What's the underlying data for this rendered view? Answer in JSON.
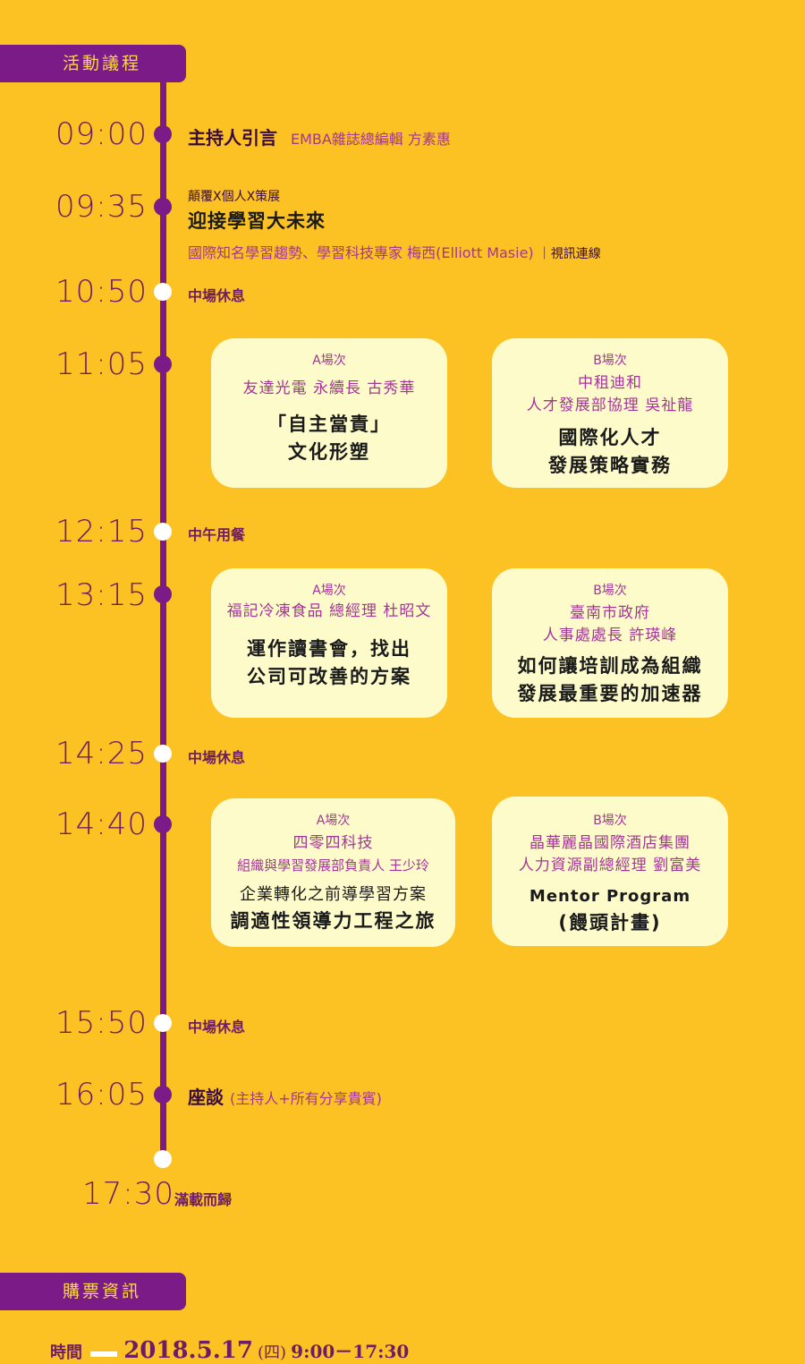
{
  "agenda_tab": "活動議程",
  "ticket_tab": "購票資訊",
  "schedule": {
    "t0900": {
      "time": "09:00",
      "title": "主持人引言",
      "speaker": "EMBA雜誌總編輯  方素惠"
    },
    "t0935": {
      "time": "09:35",
      "kicker": "顛覆X個人X策展",
      "title": "迎接學習大未來",
      "speaker": "國際知名學習趨勢、學習科技專家    梅西(Elliott Masie)",
      "note": "｜視訊連線"
    },
    "t1050": {
      "time": "10:50",
      "label": "中場休息"
    },
    "t1105": {
      "time": "11:05",
      "a": {
        "label": "A場次",
        "speaker": "友達光電 永續長 古秀華",
        "title1": "「自主當責」",
        "title2": "文化形塑"
      },
      "b": {
        "label": "B場次",
        "speaker1": "中租迪和",
        "speaker2": "人才發展部協理 吳祉龍",
        "title1": "國際化人才",
        "title2": "發展策略實務"
      }
    },
    "t1215": {
      "time": "12:15",
      "label": "中午用餐"
    },
    "t1315": {
      "time": "13:15",
      "a": {
        "label": "A場次",
        "speaker": "福記冷凍食品 總經理 杜昭文",
        "title1": "運作讀書會，找出",
        "title2": "公司可改善的方案"
      },
      "b": {
        "label": "B場次",
        "speaker1": "臺南市政府",
        "speaker2": "人事處處長 許瑛峰",
        "title1": "如何讓培訓成為組織",
        "title2": "發展最重要的加速器"
      }
    },
    "t1425": {
      "time": "14:25",
      "label": "中場休息"
    },
    "t1440": {
      "time": "14:40",
      "a": {
        "label": "A場次",
        "speaker1": "四零四科技",
        "speaker2": "組織與學習發展部負責人 王少玲",
        "title1": "企業轉化之前導學習方案",
        "title2": "調適性領導力工程之旅"
      },
      "b": {
        "label": "B場次",
        "speaker1": "晶華麗晶國際酒店集團",
        "speaker2": "人力資源副總經理 劉富美",
        "title1": "Mentor Program",
        "title2": "(饅頭計畫)"
      }
    },
    "t1550": {
      "time": "15:50",
      "label": "中場休息"
    },
    "t1605": {
      "time": "16:05",
      "title": "座談",
      "note": "(主持人+所有分享貴賓)"
    },
    "t1730": {
      "time": "17:30",
      "label": "滿載而歸"
    }
  },
  "ticket": {
    "time_label": "時間",
    "date": "2018.5.17",
    "weekday": "(四)",
    "hours": "9:00－17:30"
  }
}
